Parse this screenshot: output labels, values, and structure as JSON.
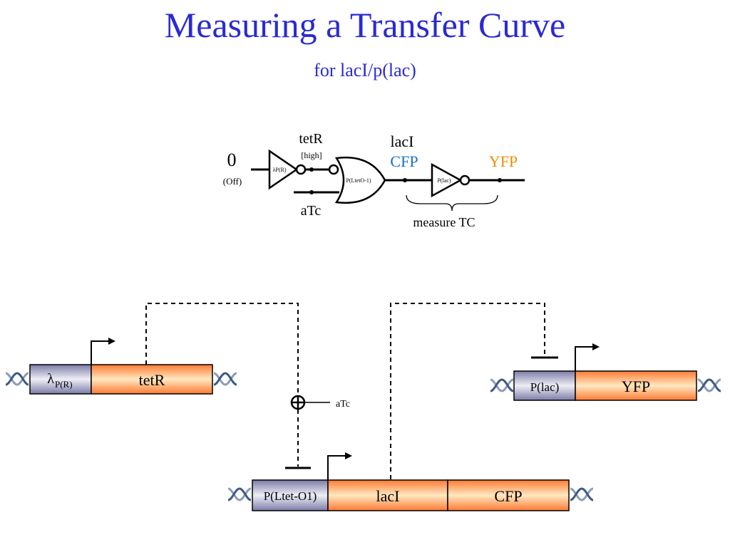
{
  "header": {
    "title": "Measuring a Transfer Curve",
    "subtitle": "for lacI/p(lac)"
  },
  "circuit": {
    "input_value": "0",
    "input_state": "(Off)",
    "buffer_gate_label": "λP(R)",
    "tetR_label": "tetR",
    "tetR_note": "[high]",
    "aTc_label": "aTc",
    "or_gate_label": "P(LtetO-1)",
    "lacI_label": "lacI",
    "cfp_label": "CFP",
    "plac_gate_label": "P(lac)",
    "yfp_label": "YFP",
    "measure_label": "measure TC"
  },
  "constructs": {
    "c1": {
      "promoter_lambda": "λ",
      "promoter_sub": "P(R)",
      "gene": "tetR"
    },
    "c2": {
      "promoter": "P(Ltet-O1)",
      "gene1": "lacI",
      "gene2": "CFP"
    },
    "c3": {
      "promoter": "P(lac)",
      "gene": "YFP"
    },
    "aTc_label": "aTc"
  },
  "colors": {
    "title": "#2a2ad2",
    "cfp": "#1a6fc9",
    "yfp": "#f08c00",
    "promoter_fill": "#8e8eb4",
    "gene_orange": "#ff7a33",
    "gene_light": "#ffe8c0"
  }
}
